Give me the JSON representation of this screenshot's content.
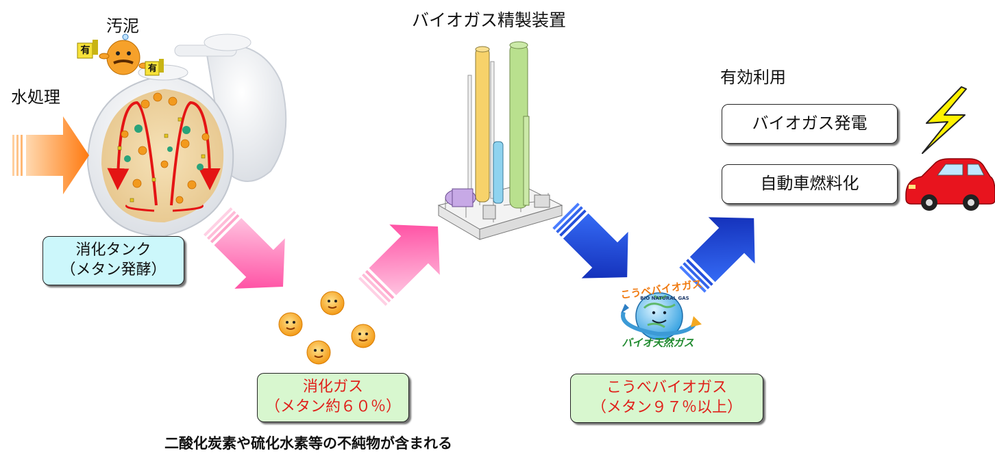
{
  "labels": {
    "sludge": "汚泥",
    "water_treatment": "水処理",
    "refining_unit": "バイオガス精製装置",
    "effective_use": "有効利用",
    "impurities_note": "二酸化炭素や硫化水素等の不純物が含まれる"
  },
  "boxes": {
    "digestion_tank_line1": "消化タンク",
    "digestion_tank_line2": "（メタン発酵）",
    "digestion_gas_line1": "消化ガス",
    "digestion_gas_line2": "（メタン約６０％）",
    "kobe_biogas_line1": "こうべバイオガス",
    "kobe_biogas_line2": "（メタン９７％以上）",
    "power_generation": "バイオガス発電",
    "vehicle_fuel": "自動車燃料化"
  },
  "logo": {
    "top_text": "こうべバイオガス",
    "ring_text": "BIO NATURAL GAS",
    "bottom_text": "バイオ天然ガス"
  },
  "badges": {
    "organic": "有"
  },
  "colors": {
    "orange_arrow": "#ff8a1c",
    "pink_arrow": "#ff3d9a",
    "blue_arrow": "#0a2fc4",
    "red_text": "#e0201a",
    "cyan_box": "#ccf7fb",
    "green_box": "#d8f7cf",
    "tower_yellow": "#f7d26a",
    "tower_green": "#b9e08e",
    "tower_blue": "#8fd3ef"
  }
}
